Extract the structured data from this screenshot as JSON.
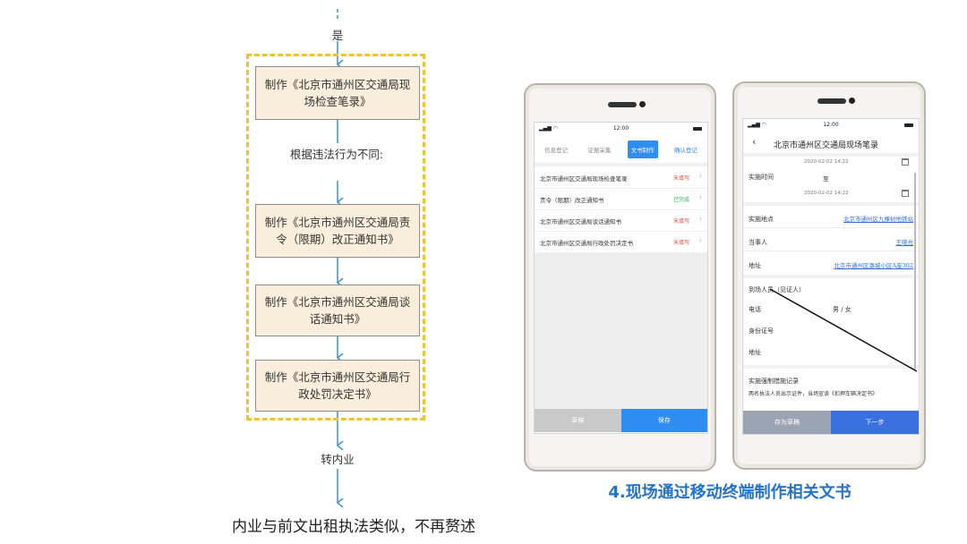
{
  "flowchart": {
    "yes_label": "是",
    "step1": "制作《北京市通州区交通局现场检查笔录》",
    "branch_label": "根据违法行为不同:",
    "step2": "制作《北京市通州区交通局责令（限期）改正通知书》",
    "step3": "制作《北京市通州区交通局谈话通知书》",
    "step4": "制作《北京市通州区交通局行政处罚决定书》",
    "transfer_label": "转内业",
    "note": "内业与前文出租执法类似，不再赘述"
  },
  "phone_left": {
    "status_time": "12:00",
    "tabs": [
      "信息登记",
      "证据采集",
      "文书制作",
      "确认登记"
    ],
    "active_tab": "文书制作",
    "documents": [
      {
        "title": "北京市通州区交通局现场检查笔录",
        "status": "未填写"
      },
      {
        "title": "责令（限期）改正通知书",
        "status": "已完成"
      },
      {
        "title": "北京市通州区交通局谈话通知书",
        "status": "未填写"
      },
      {
        "title": "北京市通州区交通局行政处罚决定书",
        "status": "未填写"
      }
    ],
    "status_colors": {
      "未填写": "#e64c3c",
      "已完成": "#2eaa5a"
    },
    "buttons": {
      "draft": "草稿",
      "save": "保存"
    }
  },
  "phone_right": {
    "status_time": "12:00",
    "header_title": "北京市通州区交通局现场笔录",
    "time_start": "2020-02-02 14:22",
    "time_label": "实施时间",
    "time_to": "至",
    "time_end": "2020-02-02 14:22",
    "location_label": "实施地点",
    "location_value": "北京市通州区九棵树地铁站",
    "party_label": "当事人",
    "party_value": "王晓光",
    "address_label": "地址",
    "address_value": "北京市通州区潞城小区A座302",
    "witness_label": "到场人员（见证人）",
    "phone_label": "电话",
    "gender_value": "男 / 女",
    "id_label": "身份证号",
    "witness_address_label": "地址",
    "measure_label": "实施强制措施记录",
    "measure_text": "两名执法人员出示证件，当场宣读《扣押车辆决定书》",
    "buttons": {
      "draft": "存为草稿",
      "next": "下一步"
    }
  },
  "caption": "4.现场通过移动终端制作相关文书",
  "colors": {
    "accent_blue": "#2f8cf0",
    "caption_blue": "#2373c9",
    "flow_box_fill": "#f9eedb",
    "dash_frame": "#f2c230",
    "arrow": "#3b8fd0"
  }
}
